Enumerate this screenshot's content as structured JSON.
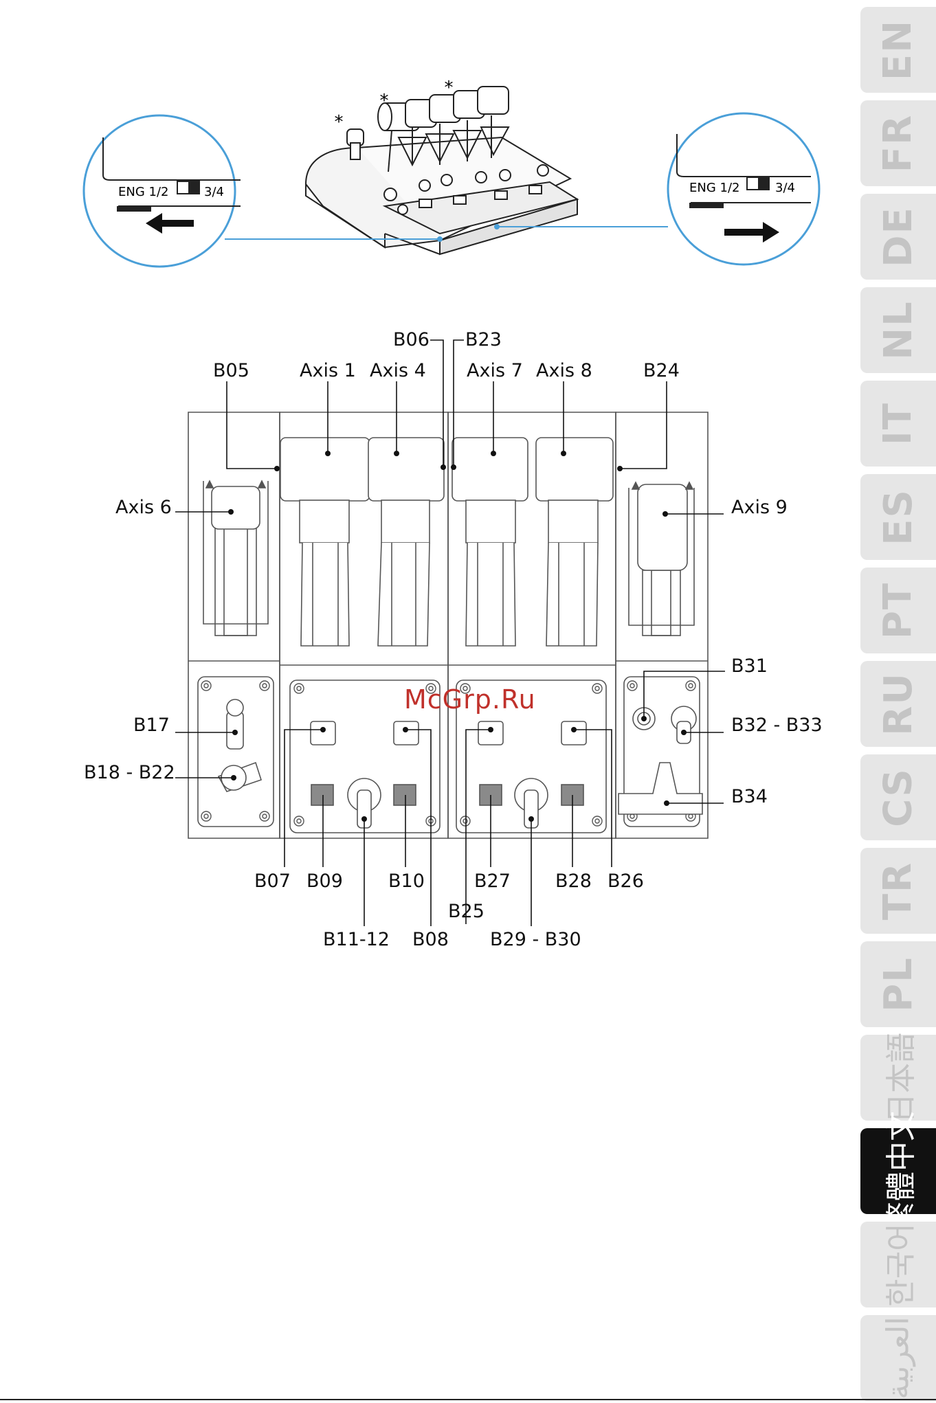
{
  "switch_left": {
    "label_left": "ENG 1/2",
    "label_right": "3/4",
    "direction": "left"
  },
  "switch_right": {
    "label_left": "ENG 1/2",
    "label_right": "3/4",
    "direction": "right"
  },
  "asterisk": "*",
  "labels": {
    "b06": "B06",
    "b23": "B23",
    "b05": "B05",
    "axis1": "Axis 1",
    "axis4": "Axis 4",
    "axis7": "Axis 7",
    "axis8": "Axis 8",
    "b24": "B24",
    "axis6": "Axis 6",
    "axis9": "Axis 9",
    "b31": "B31",
    "b17": "B17",
    "b32_33": "B32 - B33",
    "b18_22": "B18 - B22",
    "b34": "B34",
    "b07": "B07",
    "b09": "B09",
    "b10": "B10",
    "b27": "B27",
    "b28": "B28",
    "b26": "B26",
    "b25": "B25",
    "b11_12": "B11-12",
    "b08": "B08",
    "b29_30": "B29 - B30"
  },
  "watermark": "McGrp.Ru",
  "language_tabs": [
    {
      "code": "EN",
      "active": false
    },
    {
      "code": "FR",
      "active": false
    },
    {
      "code": "DE",
      "active": false
    },
    {
      "code": "NL",
      "active": false
    },
    {
      "code": "IT",
      "active": false
    },
    {
      "code": "ES",
      "active": false
    },
    {
      "code": "PT",
      "active": false
    },
    {
      "code": "RU",
      "active": false
    },
    {
      "code": "CS",
      "active": false
    },
    {
      "code": "TR",
      "active": false
    },
    {
      "code": "PL",
      "active": false
    },
    {
      "code": "日本語",
      "active": false
    },
    {
      "code": "繁體中文",
      "active": true
    },
    {
      "code": "한국어",
      "active": false
    },
    {
      "code": "العربية",
      "active": false
    }
  ],
  "colors": {
    "callout_blue": "#4a9fd8",
    "watermark_red": "#c0312b",
    "tab_gray": "#e6e6e6",
    "tab_text": "#c4c4c4",
    "active_tab": "#111111",
    "button_gray": "#8a8a8a"
  }
}
